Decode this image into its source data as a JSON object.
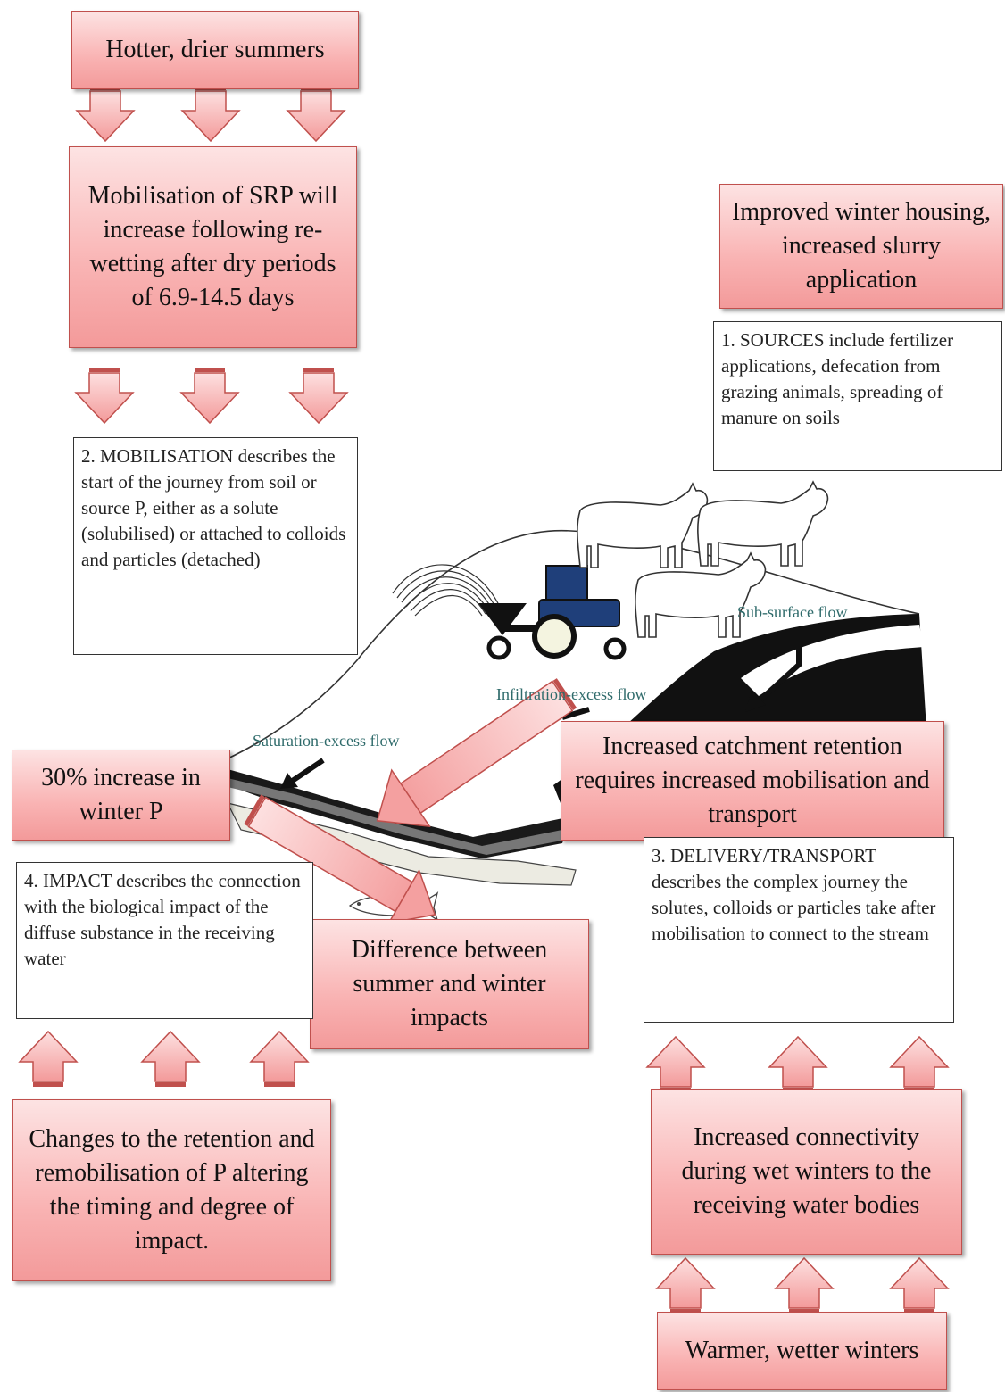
{
  "climate_boxes": {
    "summer": "Hotter, drier summers",
    "winter": "Warmer, wetter winters"
  },
  "impact_boxes": {
    "mobilisation_srp": "Mobilisation of SRP will increase following re-wetting after dry periods of 6.9-14.5 days",
    "housing": "Improved winter housing, increased slurry application",
    "winter_p": "30% increase in winter P",
    "retention": "Increased catchment retention requires increased mobilisation and transport",
    "difference": "Difference between summer and winter impacts",
    "changes": "Changes to the retention and remobilisation of P altering the timing and degree of impact.",
    "connectivity": "Increased connectivity during wet winters to the receiving water bodies"
  },
  "stage_boxes": {
    "sources": "1. SOURCES include fertilizer applications, defecation from grazing animals, spreading of manure on soils",
    "mobilisation": "2. MOBILISATION describes the start of the journey from soil or source P, either as a solute (solubilised) or attached to colloids and particles (detached)",
    "delivery": "3. DELIVERY/TRANSPORT describes the complex journey the solutes, colloids or particles take after mobilisation to connect to the stream",
    "impact": "4. IMPACT describes the connection with the biological impact of the diffuse substance in the receiving water"
  },
  "flow_labels": {
    "subsurface": "Sub-surface flow",
    "infiltration": "Infiltration-excess flow",
    "saturation": "Saturation-excess flow"
  },
  "icons": [
    "cow-icon",
    "tractor-icon",
    "slurry-spray-icon",
    "fish-icon"
  ],
  "colors": {
    "box_fill": "#f9b3b3",
    "box_border": "#c0504d",
    "tractor_cab": "#1f3f7a",
    "flow_text": "#2f6b6b"
  }
}
